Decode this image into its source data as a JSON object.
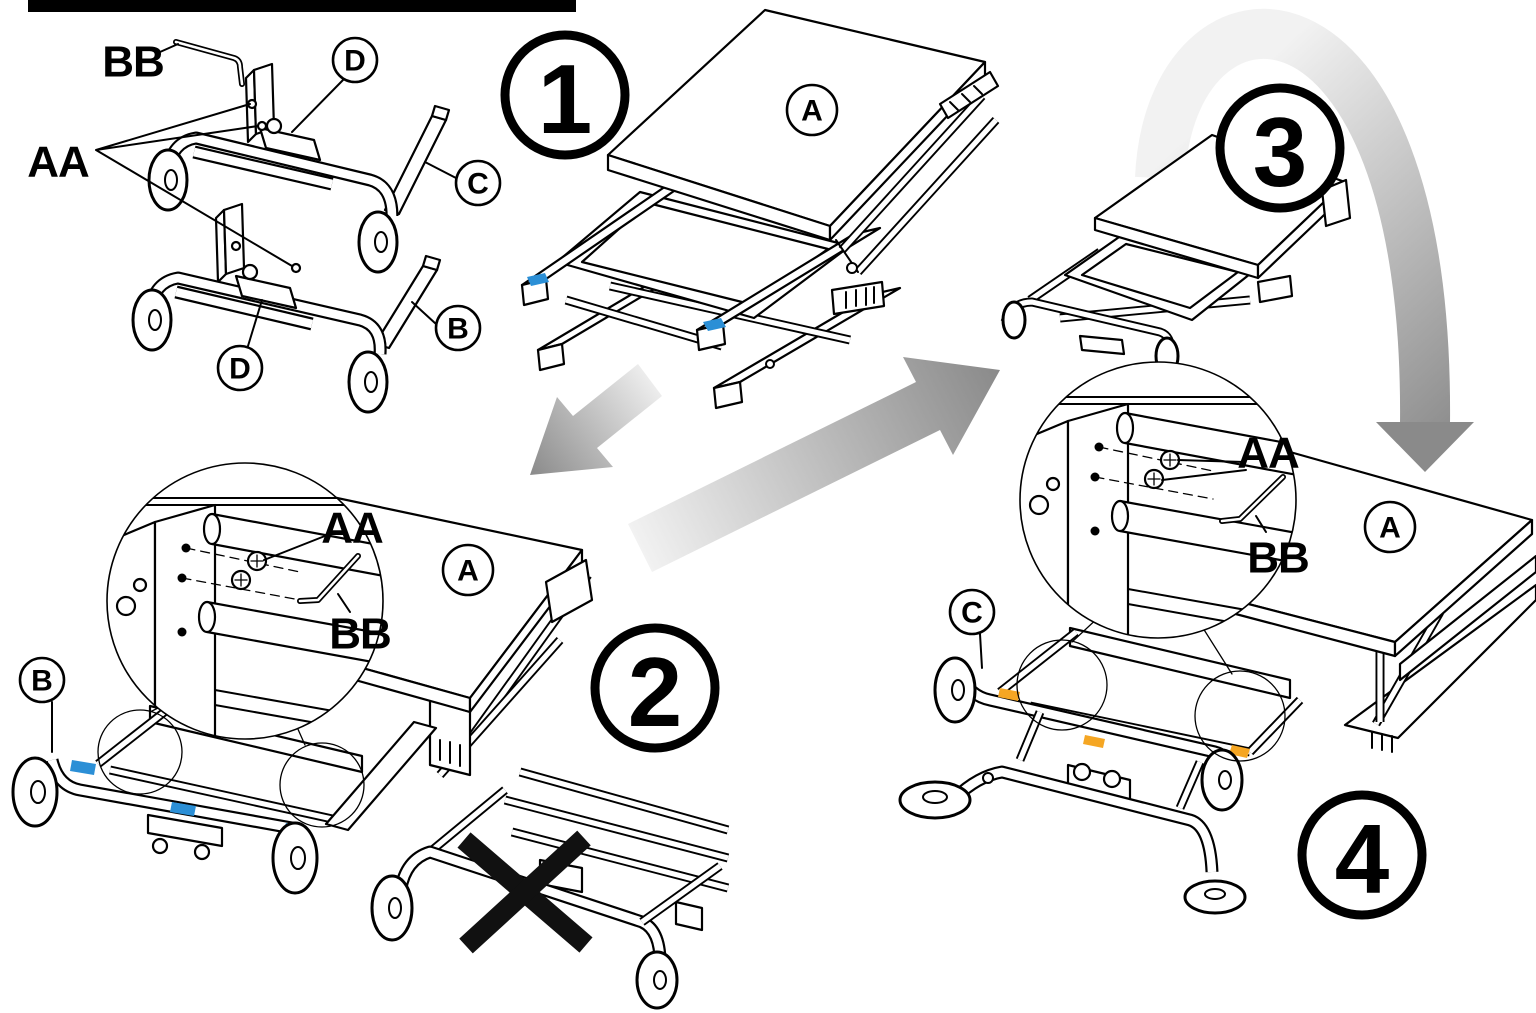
{
  "steps": {
    "step1": "1",
    "step2": "2",
    "step3": "3",
    "step4": "4"
  },
  "overview": {
    "handle_label": "BB",
    "screws_label": "AA",
    "plate_upper_label": "D",
    "tube_c_label": "C",
    "tube_b_label": "B",
    "plate_lower_label": "D"
  },
  "step1": {
    "tabletop_label": "A"
  },
  "step2": {
    "screws_label": "AA",
    "tabletop_label": "A",
    "key_label": "BB",
    "tube_b_label": "B"
  },
  "step4": {
    "screws_label": "AA",
    "key_label": "BB",
    "tabletop_label": "A",
    "tube_c_label": "C"
  },
  "colors": {
    "line": "#000000",
    "marker_blue": "#2b8fd6",
    "marker_orange": "#f5a623",
    "arrow_light": "#f2f2f2",
    "arrow_dark": "#8a8a8a"
  }
}
